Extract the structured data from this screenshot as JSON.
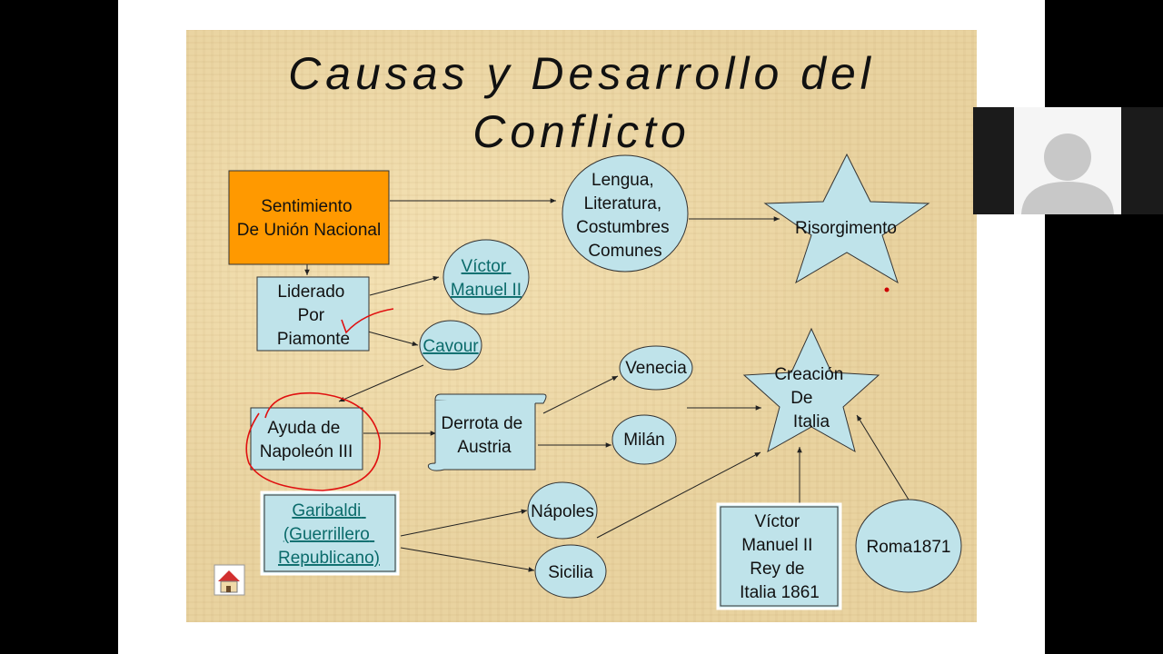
{
  "slide": {
    "title_line1": "Causas y Desarrollo del",
    "title_line2": "Conflicto"
  },
  "nodes": {
    "sentimiento": [
      "Sentimiento",
      "De Unión Nacional"
    ],
    "lengua": [
      "Lengua,",
      "Literatura,",
      "Costumbres",
      "Comunes"
    ],
    "risorgimento": [
      "Risorgimento"
    ],
    "liderado": [
      "Liderado",
      "Por",
      "Piamonte"
    ],
    "victor_manuel": [
      "Víctor",
      "Manuel II"
    ],
    "cavour": [
      "Cavour"
    ],
    "ayuda": [
      "Ayuda de",
      "Napoleón III"
    ],
    "derrota": [
      "Derrota de",
      "Austria"
    ],
    "venecia": [
      "Venecia"
    ],
    "milan": [
      "Milán"
    ],
    "creacion": [
      "Creación",
      "De",
      "Italia"
    ],
    "garibaldi": [
      "Garibaldi",
      "(Guerrillero",
      "Republicano)"
    ],
    "napoles": [
      "Nápoles"
    ],
    "sicilia": [
      "Sicilia"
    ],
    "victor_rey": [
      "Víctor",
      "Manuel II",
      "Rey de",
      "Italia 1861"
    ],
    "roma": [
      "Roma1871"
    ]
  },
  "colors": {
    "parchment": "#e9d3a0",
    "shape_fill": "#bfe3ea",
    "accent_orange": "#ff9900",
    "link": "#0b6b6b",
    "annotation_red": "#e01010"
  },
  "icons": {
    "home_button": "home-icon",
    "video_avatar": "user-avatar-icon"
  }
}
